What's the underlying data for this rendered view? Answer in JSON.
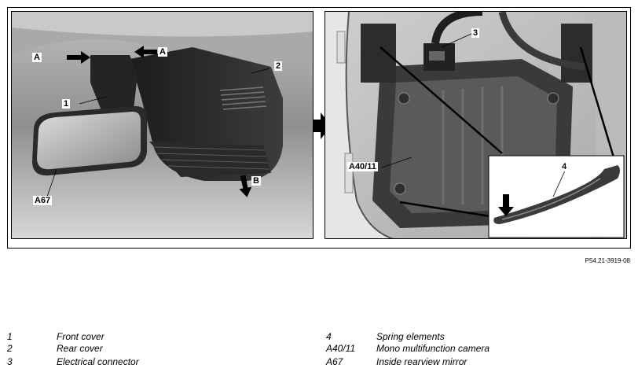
{
  "figure": {
    "figure_code": "P54.21-3919-08",
    "callouts_left": {
      "a_upper_left": "A",
      "a_upper_right": "A",
      "one": "1",
      "two": "2",
      "b": "B",
      "a67": "A67"
    },
    "callouts_right": {
      "three": "3",
      "four": "4",
      "a40_11": "A40/11"
    }
  },
  "legend": [
    {
      "number": "1",
      "text": "Front cover"
    },
    {
      "number": "2",
      "text": "Rear cover"
    },
    {
      "number": "3",
      "text": "Electrical connector"
    },
    {
      "number": "4",
      "text": "Spring elements"
    },
    {
      "number": "A40/11",
      "text": "Mono multifunction camera"
    },
    {
      "number": "A67",
      "text": "Inside rearview mirror"
    }
  ]
}
